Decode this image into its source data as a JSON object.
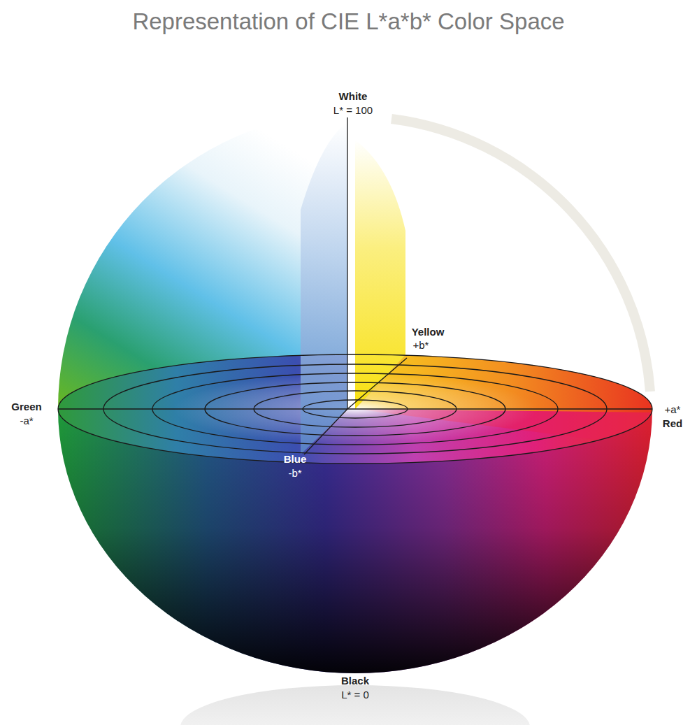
{
  "diagram": {
    "title": "Representation of CIE L*a*b* Color Space",
    "labels": [
      "White",
      "L* = 100",
      "Yellow",
      "+b*",
      "Green",
      "-a*",
      "+a*",
      "Red",
      "Blue",
      "-b*",
      "Black",
      "L* = 0"
    ]
  }
}
